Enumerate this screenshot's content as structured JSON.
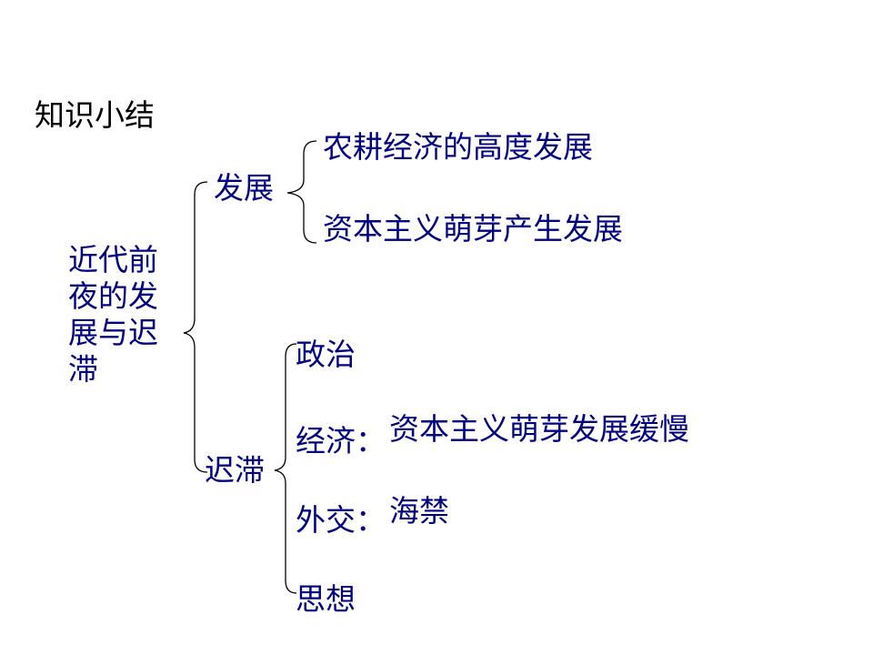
{
  "title": "知识小结",
  "colors": {
    "primary_text": "#000080",
    "title_text": "#000000",
    "bracket": "#000000"
  },
  "diagram": {
    "root": "近代前夜的发展与迟滞",
    "branches": {
      "fazhan": {
        "label": "发展",
        "items": [
          "农耕经济的高度发展",
          "资本主义萌芽产生发展"
        ]
      },
      "zhizhi": {
        "label": "迟滞",
        "items": [
          {
            "label": "政治"
          },
          {
            "label": "经济：",
            "detail": "资本主义萌芽发展缓慢"
          },
          {
            "label": "外交：",
            "detail": "海禁"
          },
          {
            "label": "思想"
          }
        ]
      }
    }
  }
}
